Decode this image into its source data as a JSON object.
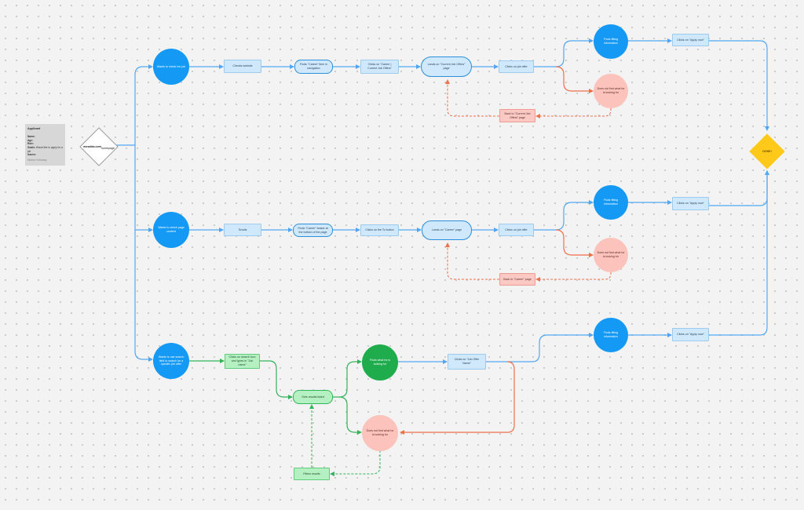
{
  "persona": {
    "title": "Applicant",
    "rows": [
      {
        "label": "Name:",
        "value": ""
      },
      {
        "label": "Age:",
        "value": ""
      },
      {
        "label": "Role:",
        "value": ""
      },
      {
        "label": "Goals:",
        "value": "Would like to apply for a job"
      },
      {
        "label": "Issues:",
        "value": ""
      }
    ],
    "author": "Mirabel Szilvassy"
  },
  "colors": {
    "blue_line": "#52a7f2",
    "orange_line": "#ee6f4b",
    "green_line": "#34b35a",
    "blue_circle": "#1499f5",
    "pink_circle": "#fbc3bb",
    "green_circle": "#1fac4d",
    "done_diamond": "#ffc91a"
  },
  "nodes": {
    "start": {
      "text": "<b>mosaika.com</b><br>homepage"
    },
    "p1_intent": {
      "text": "Wants to check her job"
    },
    "p1_checks": {
      "text": "Checks website"
    },
    "p1_finds": {
      "text": "Finds \"Career\" item in navigation"
    },
    "p1_clicks_career": {
      "text": "Clicks on \"Career | Current Job Offers\""
    },
    "p1_lands": {
      "text": "Lands on \"Current Job Offers\" page"
    },
    "p1_clicks_offer": {
      "text": "Clicks on job offer"
    },
    "p1_finds_info": {
      "text": "Finds fitting information"
    },
    "p1_not_found": {
      "text": "Does not find what he is looking for"
    },
    "p1_back": {
      "text": "Back to \"Current Job Offers\" page"
    },
    "p1_apply": {
      "text": "Clicks on \"Apply now\""
    },
    "p2_intent": {
      "text": "Wants to check page content"
    },
    "p2_scrolls": {
      "text": "Scrolls"
    },
    "p2_finds": {
      "text": "Finds \"Career\" teaser at the bottom of the page"
    },
    "p2_clicks": {
      "text": "Clicks on the To button"
    },
    "p2_lands": {
      "text": "Lands on \"Career\" page"
    },
    "p2_clicks_offer": {
      "text": "Clicks on job offer"
    },
    "p2_finds_info": {
      "text": "Finds fitting information"
    },
    "p2_not_found": {
      "text": "Does not find what he is looking for"
    },
    "p2_back": {
      "text": "Back to \"Career\" page"
    },
    "p2_apply": {
      "text": "Clicks on \"Apply now\""
    },
    "p3_intent": {
      "text": "Wants to use search field to search for a specific job offer"
    },
    "p3_search": {
      "text": "Clicks on search icon and types in \"Job name\""
    },
    "p3_results": {
      "text": "Gets results listed"
    },
    "p3_finds": {
      "text": "Finds what he is looking for"
    },
    "p3_clicks_offer": {
      "text": "Clicks on \"Job Offer Name\""
    },
    "p3_not_found": {
      "text": "Does not find what he is looking for"
    },
    "p3_filters": {
      "text": "Filters results"
    },
    "p3_finds_info": {
      "text": "Finds fitting information"
    },
    "p3_apply": {
      "text": "Clicks on \"Apply now\""
    },
    "done": {
      "text": "DONE!"
    }
  }
}
